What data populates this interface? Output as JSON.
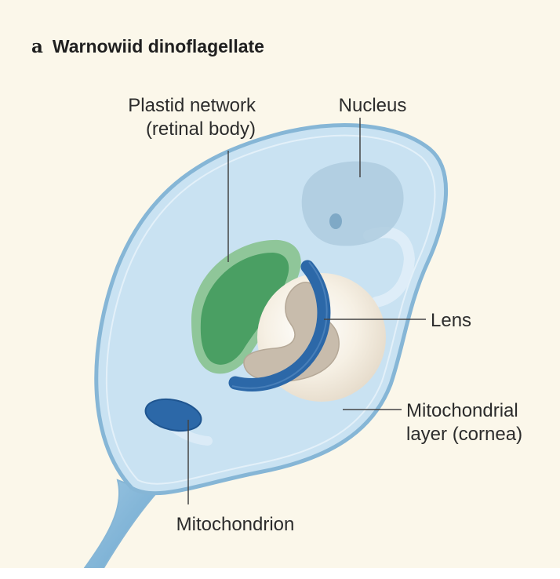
{
  "panel": {
    "letter": "a",
    "title": "Warnowiid dinoflagellate"
  },
  "labels": {
    "plastid_line1": "Plastid network",
    "plastid_line2": "(retinal body)",
    "nucleus": "Nucleus",
    "lens": "Lens",
    "mito_layer_line1": "Mitochondrial",
    "mito_layer_line2": "layer (cornea)",
    "mitochondrion": "Mitochondrion"
  },
  "colors": {
    "background": "#fbf7ea",
    "cell_fill": "#c9e2f2",
    "cell_outline": "#86b6d6",
    "nucleus_fill": "#aecbdf",
    "plastid_fill": "#4a9f63",
    "plastid_rim": "#8fc699",
    "mitochondrial_layer": "#2c68a8",
    "lens_fill": "#f4ede0",
    "lens_core": "#c8bcac",
    "mitochondrion": "#2c68a8"
  }
}
